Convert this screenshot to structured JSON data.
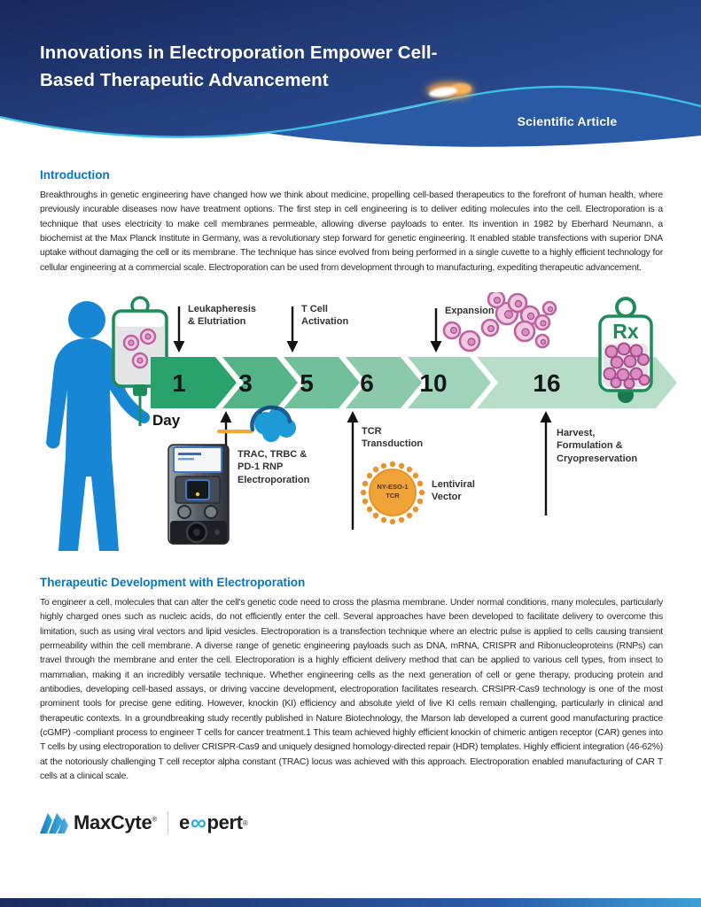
{
  "header": {
    "title": "Innovations in Electroporation Empower Cell-\nBased Therapeutic Advancement",
    "badge": "Scientific Article"
  },
  "intro": {
    "heading": "Introduction",
    "body": "Breakthroughs in genetic engineering have changed how we think about medicine, propelling cell-based therapeutics to the forefront of human health, where previously incurable diseases now have treatment options. The first step in cell engineering is to deliver editing molecules into the cell. Electroporation is a technique that uses electricity to make cell membranes permeable, allowing diverse payloads to enter. Its invention in 1982 by Eberhard Neumann, a biochemist at the Max Planck Institute in Germany, was a revolutionary step forward for genetic engineering. It enabled stable transfections with superior DNA uptake without damaging the cell or its membrane. The technique has since evolved from being performed in a single cuvette to a highly efficient technology for cellular engineering at a commercial scale. Electroporation can be used from development through to manufacturing, expediting therapeutic advancement."
  },
  "timeline": {
    "day_label": "Day",
    "days": [
      "1",
      "3",
      "5",
      "6",
      "10",
      "16"
    ],
    "segment_colors": [
      "#29A26B",
      "#55B388",
      "#72BF9B",
      "#8ACAAA",
      "#A0D4BA",
      "#B8DECA"
    ],
    "above": [
      {
        "label": "Leukapheresis\n& Elutriation"
      },
      {
        "label": "T Cell\nActivation"
      },
      {
        "label": "Expansion"
      }
    ],
    "below": [
      {
        "label": "TRAC, TRBC &\nPD-1 RNP\nElectroporation"
      },
      {
        "label": "TCR\nTransduction"
      },
      {
        "label": "Harvest,\nFormulation &\nCryopreservation"
      }
    ],
    "virus_badge": "NY-ESO-1\nTCR",
    "lentiviral_label": "Lentiviral\nVector",
    "rx_label": "Rx"
  },
  "section2": {
    "heading": "Therapeutic Development with Electroporation",
    "body": "To engineer a cell, molecules that can alter the cell's genetic code need to cross the plasma membrane. Under normal conditions, many molecules, particularly highly charged ones such as nucleic acids, do not efficiently enter the cell. Several approaches have been developed to facilitate delivery to overcome this limitation, such as using viral vectors and lipid vesicles. Electroporation is a transfection technique where an electric pulse is applied to cells causing transient permeability within the cell membrane. A diverse range of genetic engineering payloads such as DNA, mRNA, CRISPR and Ribonucleoproteins (RNPs) can travel through the membrane and enter the cell. Electroporation is a highly efficient delivery method that can be applied to various cell types, from insect to mammalian, making it an incredibly versatile technique. Whether engineering cells as the next generation of cell or gene therapy, producing protein and antibodies, developing cell-based assays, or driving vaccine development, electroporation facilitates research. CRSIPR-Cas9 technology is one of the most prominent tools for precise gene editing. However, knockin (KI) efficiency and absolute yield of live KI cells remain challenging, particularly in clinical and therapeutic contexts. In a groundbreaking study recently published in Nature Biotechnology, the Marson lab developed a current good manufacturing practice (cGMP) -compliant process to engineer T cells for cancer treatment.1 This team achieved highly efficient knockin of chimeric antigen receptor (CAR) genes into T cells by using electroporation to deliver CRISPR-Cas9 and uniquely designed homology-directed repair (HDR) templates. Highly efficient integration (46-62%) at the notoriously challenging T cell receptor alpha constant (TRAC) locus was achieved with this approach. Electroporation enabled manufacturing of CAR T cells at a clinical scale."
  },
  "logo": {
    "maxcyte": "MaxCyte",
    "maxcyte_reg": "®",
    "expert_e": "e",
    "expert_inf": "∞",
    "expert_pert": "pert",
    "expert_reg": "®"
  },
  "colors": {
    "header_navy_dark": "#1A2A5E",
    "header_navy_light": "#2E4F99",
    "header_band_blue": "#2A5AA6",
    "accent_cyan": "#3BC1E8",
    "comet_orange": "#F2A64B",
    "heading_blue": "#0077C8",
    "green_outline": "#1E8C5A",
    "cell_pink": "#C0649F",
    "human_blue": "#1787D5",
    "virus_orange": "#F0A437",
    "rnp_blue": "#1D9BD7",
    "dna_orange": "#F5A733"
  }
}
